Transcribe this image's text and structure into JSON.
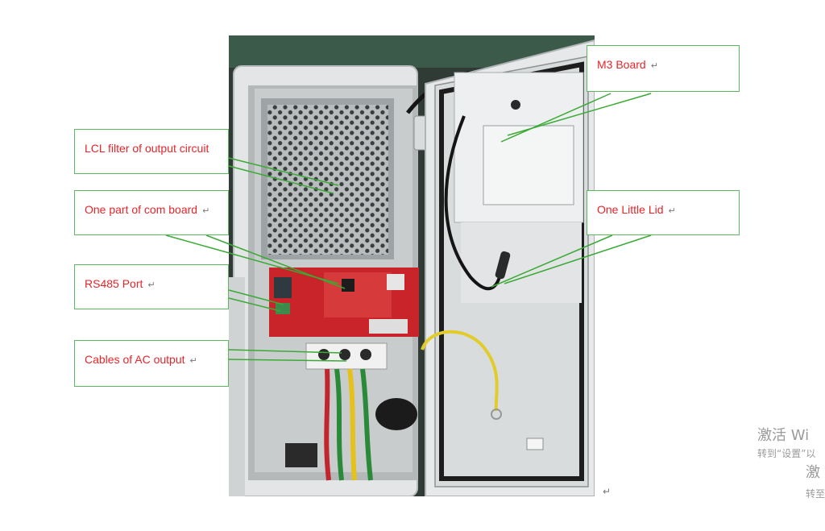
{
  "labels": {
    "lcl_filter": "LCL filter of output circuit",
    "com_board": "One part of com board",
    "rs485": "RS485 Port",
    "ac_cables": "Cables of AC output",
    "m3_board": "M3 Board",
    "little_lid": "One Little Lid"
  },
  "paragraph_mark": "↵",
  "watermark": {
    "line1": "激活 Wi",
    "line2": "转到“设置”以",
    "line3": "激",
    "line4": "转至"
  },
  "colors": {
    "label_text": "#e8242a",
    "callout_border": "#5cb85c",
    "leader_line": "#3aaa35"
  }
}
